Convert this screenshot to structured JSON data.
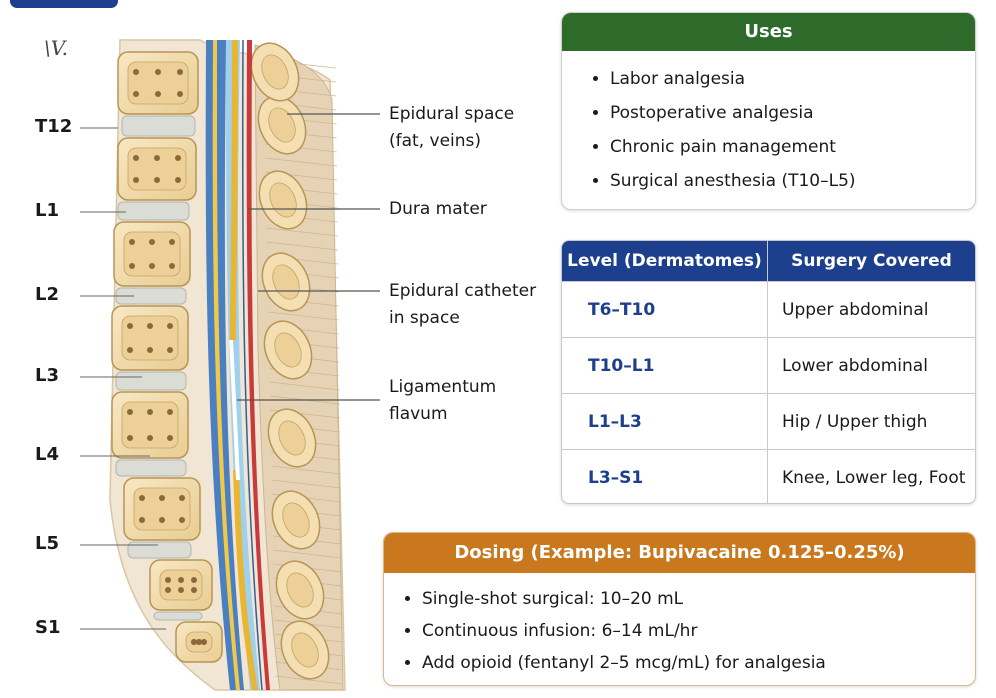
{
  "scribble": "\\V.",
  "vertebra_labels": [
    "T12",
    "L1",
    "L2",
    "L3",
    "L4",
    "L5",
    "S1"
  ],
  "callouts": [
    {
      "lines": [
        "Epidural space",
        "(fat, veins)"
      ]
    },
    {
      "lines": [
        "Dura mater"
      ]
    },
    {
      "lines": [
        "Epidural catheter",
        "in space"
      ]
    },
    {
      "lines": [
        "Ligamentum",
        "flavum"
      ]
    }
  ],
  "uses": {
    "title": "Uses",
    "items": [
      "Labor analgesia",
      "Postoperative analgesia",
      "Chronic pain management",
      "Surgical anesthesia (T10–L5)"
    ]
  },
  "levels_table": {
    "headers": [
      "Level (Dermatomes)",
      "Surgery Covered"
    ],
    "rows": [
      [
        "T6–T10",
        "Upper abdominal"
      ],
      [
        "T10–L1",
        "Lower abdominal"
      ],
      [
        "L1–L3",
        "Hip / Upper thigh"
      ],
      [
        "L3–S1",
        "Knee, Lower leg, Foot"
      ]
    ]
  },
  "dosing": {
    "title": "Dosing (Example: Bupivacaine 0.125–0.25%)",
    "items": [
      "Single-shot surgical: 10–20 mL",
      "Continuous infusion: 6–14 mL/hr",
      "Add opioid (fentanyl 2–5 mcg/mL) for analgesia"
    ]
  },
  "colors": {
    "uses_header": "#2e6b2a",
    "table_header": "#1c3f8e",
    "dosing_header": "#c9781e",
    "bone": "#f3dfb2",
    "csf": "#4a7fc1",
    "nerve": "#e8b632",
    "vessel": "#c93a3a"
  }
}
